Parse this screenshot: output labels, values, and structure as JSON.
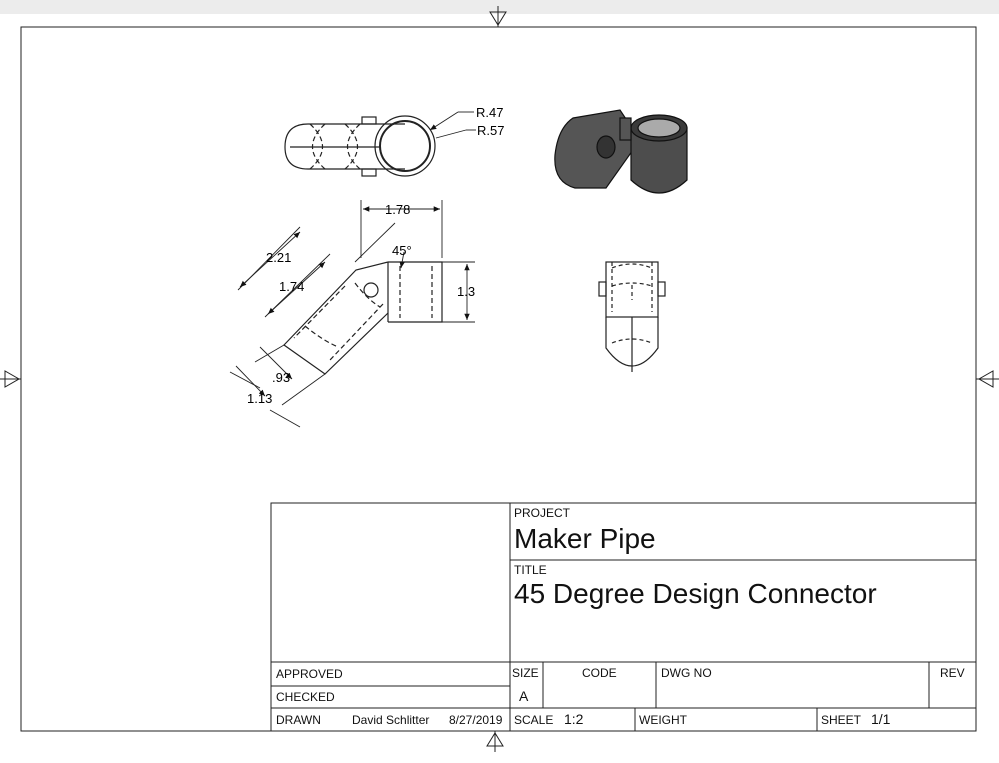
{
  "dimensions": {
    "r_inner": "R.47",
    "r_outer": "R.57",
    "width_top": "1.78",
    "angle": "45°",
    "len_outer": "2.21",
    "len_inner": "1.74",
    "height": "1.3",
    "d1": ".93",
    "d2": "1.13"
  },
  "title_block": {
    "project_label": "PROJECT",
    "project": "Maker Pipe",
    "title_label": "TITLE",
    "title": "45 Degree Design Connector",
    "approved_label": "APPROVED",
    "checked_label": "CHECKED",
    "drawn_label": "DRAWN",
    "drawn_by": "David Schlitter",
    "drawn_date": "8/27/2019",
    "size_label": "SIZE",
    "size": "A",
    "code_label": "CODE",
    "dwg_label": "DWG NO",
    "rev_label": "REV",
    "scale_label": "SCALE",
    "scale": "1:2",
    "weight_label": "WEIGHT",
    "sheet_label": "SHEET",
    "sheet": "1/1"
  }
}
